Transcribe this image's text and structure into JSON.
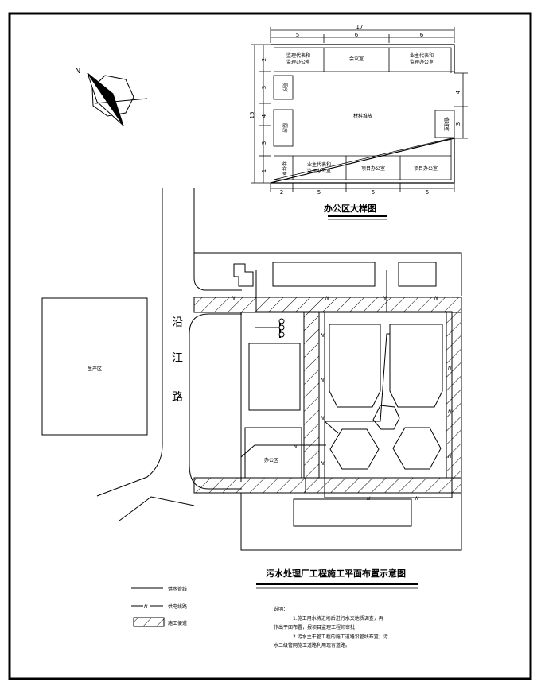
{
  "office_plan": {
    "title": "办公区大样图",
    "dims_top": {
      "total": "17",
      "parts": [
        "5",
        "6",
        "6"
      ]
    },
    "dims_bottom": [
      "2",
      "5",
      "5",
      "5"
    ],
    "dims_left": {
      "total": "15",
      "parts": [
        "2",
        "3",
        "4",
        "3",
        "1"
      ]
    },
    "dims_right": [
      "4",
      "3"
    ],
    "rooms": {
      "supervisor_office_top": "监理代表和\n监理办公室",
      "meeting_room": "会议室",
      "owner_office": "业主代表和\n监理办公室",
      "toilet": "厕所",
      "kitchen": "厨房",
      "materials_yard": "材料堆放",
      "guard_room": "值班室",
      "reception": "接待室",
      "supervisor_office_bottom": "业主代表和\n监理办公室",
      "project_office_1": "项目办公室",
      "project_office_2": "项目办公室"
    }
  },
  "site_plan": {
    "title": "污水处理厂工程施工平面布置示意图",
    "road_name": [
      "沿",
      "江",
      "路"
    ],
    "production_area": "生产区",
    "office_area": "办公区",
    "wire_marker": "N"
  },
  "legend": {
    "water_line": "供水管线",
    "power_line": "供电线路",
    "power_symbol": "N",
    "construction_road": "施工便道"
  },
  "notes": {
    "heading": "说明：",
    "line1": "1.施工用水待进场后进行水文地质调查，再",
    "line2": "作出平面布置，报项目监理工程师审批；",
    "line3": "2.污水主干管工程的施工道路沿管线布置；污",
    "line4": "水二级管网施工道路利用现有道路。"
  },
  "compass": {
    "north_label": "N"
  }
}
